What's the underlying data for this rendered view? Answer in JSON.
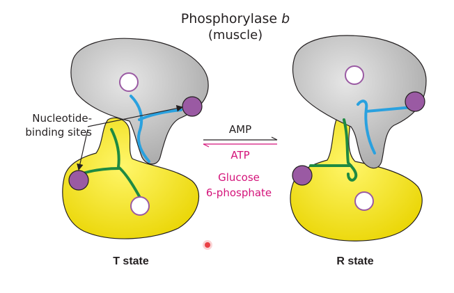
{
  "title": "Phosphorylase b",
  "subtitle": "(muscle)",
  "nucleotide_label": "Nucleotide-\nbinding sites",
  "states": {
    "t": "T state",
    "r": "R state"
  },
  "forward_effector": "AMP",
  "reverse_effector": "ATP",
  "inhibitor": "Glucose\n6-phosphate",
  "colors": {
    "upper_subunit": "#c8c8c8",
    "lower_subunit": "#fff033",
    "helix_blue": "#2aa1df",
    "helix_green": "#1f8a42",
    "binding_site": "#9a5aa3",
    "effector_text": "#d4137a"
  }
}
